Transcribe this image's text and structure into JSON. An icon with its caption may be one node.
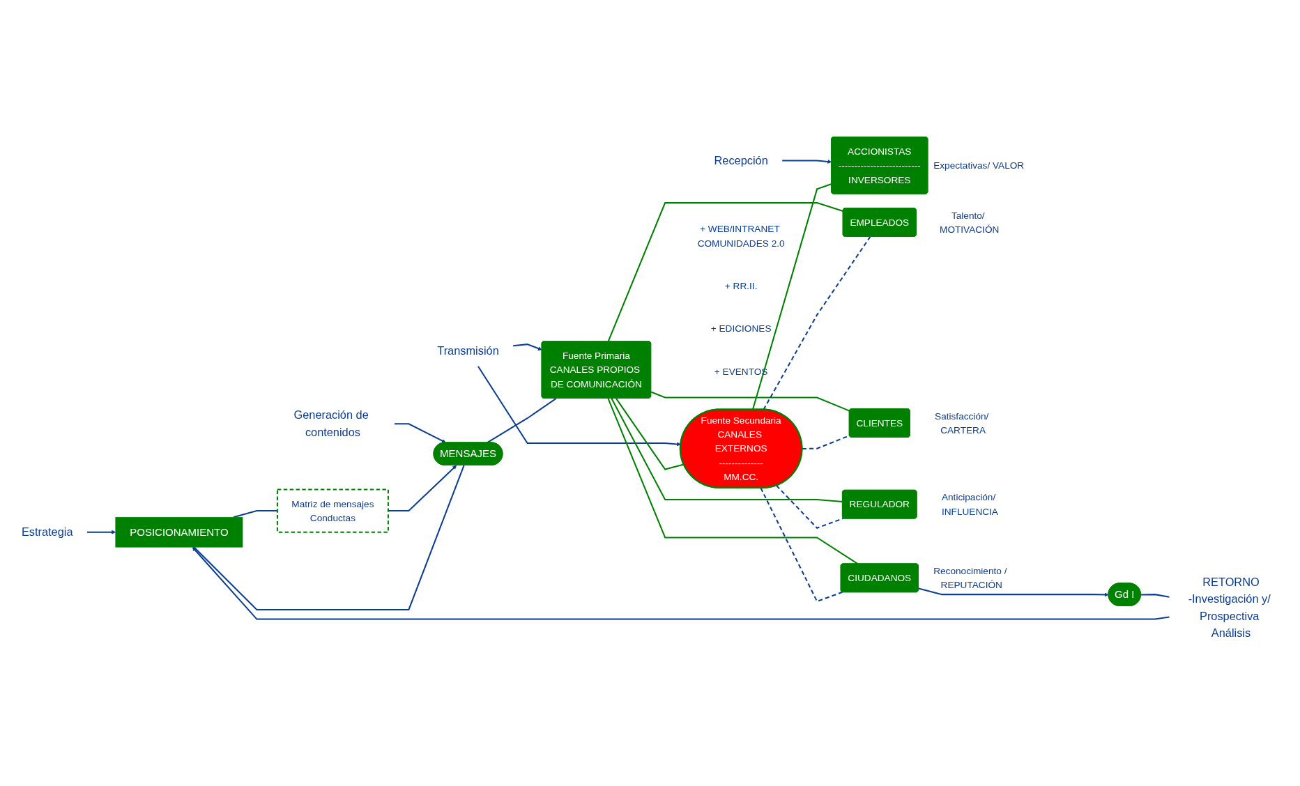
{
  "diagram": {
    "nodes": [
      {
        "text": [
          "Estrategia"
        ]
      },
      {
        "text": [
          "Generación de contenidos"
        ]
      },
      {
        "text": [
          "Transmisión"
        ]
      },
      {
        "text": [
          "Recepción"
        ]
      },
      {
        "text": [
          "ACCIONISTAS",
          "--------------------------",
          "INVERSORES"
        ],
        "beside": [
          "Expectativas/ VALOR"
        ]
      },
      {
        "text": [
          "Fuente Secundaria",
          "CANALES EXTERNOS",
          "--------------",
          "MM.CC."
        ]
      },
      {
        "text": [
          "Matriz de mensajes",
          "Conductas"
        ]
      },
      {
        "text": [
          "EMPLEADOS"
        ],
        "beside": [
          "Talento/ MOTIVACIÓN"
        ]
      },
      {
        "text": [
          "Fuente Primaria",
          "CANALES PROPIOS DE COMUNICACIÓN"
        ],
        "beside": [
          "+ WEB/INTRANET COMUNIDADES 2.0",
          "+ RR.II.",
          "+ EDICIONES",
          "+ EVENTOS"
        ]
      },
      {
        "text": [
          "POSICIONAMIENTO"
        ]
      },
      {
        "text": [
          "MENSAJES"
        ]
      },
      {
        "text": [
          "CLIENTES"
        ],
        "beside": [
          "Satisfacción/ CARTERA"
        ]
      },
      {
        "text": [
          "REGULADOR"
        ],
        "beside": [
          "Anticipación/ INFLUENCIA"
        ]
      },
      {
        "text": [
          "CIUDADANOS"
        ],
        "beside": [
          "Reconocimiento / REPUTACIÓN"
        ]
      },
      {
        "text": [
          "Gd I"
        ]
      },
      {
        "text": [
          "RETORNO",
          "-Investigación y/ Prospectiva Análisis"
        ]
      }
    ],
    "edges": [
      {
        "from": 0,
        "to": 9,
        "arrow": "to"
      },
      {
        "from": 1,
        "to": 10,
        "arrow": "to"
      },
      {
        "from": 2,
        "to": 8,
        "arrow": "to"
      },
      {
        "from": 2,
        "to": 5,
        "arrow": "to"
      },
      {
        "from": 3,
        "to": 4,
        "arrow": "to"
      },
      {
        "from": 9,
        "to": 6,
        "arrow": "none"
      },
      {
        "from": 6,
        "to": 10,
        "arrow": "to"
      },
      {
        "from": 9,
        "to": 10,
        "arrow": "none"
      },
      {
        "from": 10,
        "to": 8,
        "arrow": "none"
      },
      {
        "from": 8,
        "to": 5,
        "arrow": "none",
        "color": "#008000"
      },
      {
        "from": 5,
        "to": 4,
        "arrow": "none",
        "color": "#008000"
      },
      {
        "from": 8,
        "to": 7,
        "arrow": "none",
        "color": "#008000"
      },
      {
        "from": 8,
        "to": 11,
        "arrow": "none",
        "color": "#008000"
      },
      {
        "from": 8,
        "to": 12,
        "arrow": "none",
        "color": "#008000"
      },
      {
        "from": 8,
        "to": 13,
        "arrow": "none",
        "color": "#008000"
      },
      {
        "from": 5,
        "to": 7,
        "arrow": "none",
        "style": "dashed"
      },
      {
        "from": 5,
        "to": 11,
        "arrow": "none",
        "style": "dashed"
      },
      {
        "from": 5,
        "to": 12,
        "arrow": "none",
        "style": "dashed"
      },
      {
        "from": 5,
        "to": 13,
        "arrow": "none",
        "style": "dashed"
      },
      {
        "from": 13,
        "to": 14,
        "arrow": "to"
      },
      {
        "from": 14,
        "to": 15,
        "arrow": "none"
      },
      {
        "from": 15,
        "to": 9,
        "arrow": "to"
      }
    ]
  }
}
